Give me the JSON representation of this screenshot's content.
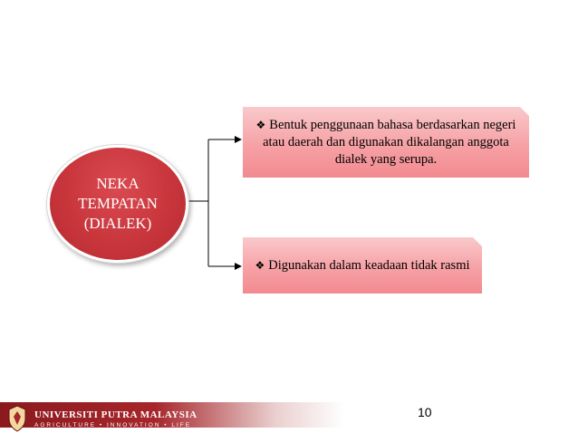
{
  "diagram": {
    "center_node": {
      "label": "NEKA\nTEMPATAN\n(DIALEK)"
    },
    "branches": [
      {
        "bullet_icon": "diamond-bullet-icon",
        "bullet": "❖",
        "text": "Bentuk penggunaan bahasa berdasarkan negeri atau daerah dan digunakan dikalangan anggota dialek yang serupa."
      },
      {
        "bullet_icon": "diamond-bullet-icon",
        "bullet": "❖",
        "text": "Digunakan dalam keadaan tidak rasmi"
      }
    ],
    "colors": {
      "node_fill": "#c8363c",
      "box_fill": "#f6a1a5",
      "connector": "#000000"
    }
  },
  "footer": {
    "university": "UNIVERSITI PUTRA MALAYSIA",
    "tagline": "AGRICULTURE • INNOVATION • LIFE",
    "logo_icon": "upm-crest-icon",
    "band_color": "#8b1a1e"
  },
  "page_number": "10"
}
